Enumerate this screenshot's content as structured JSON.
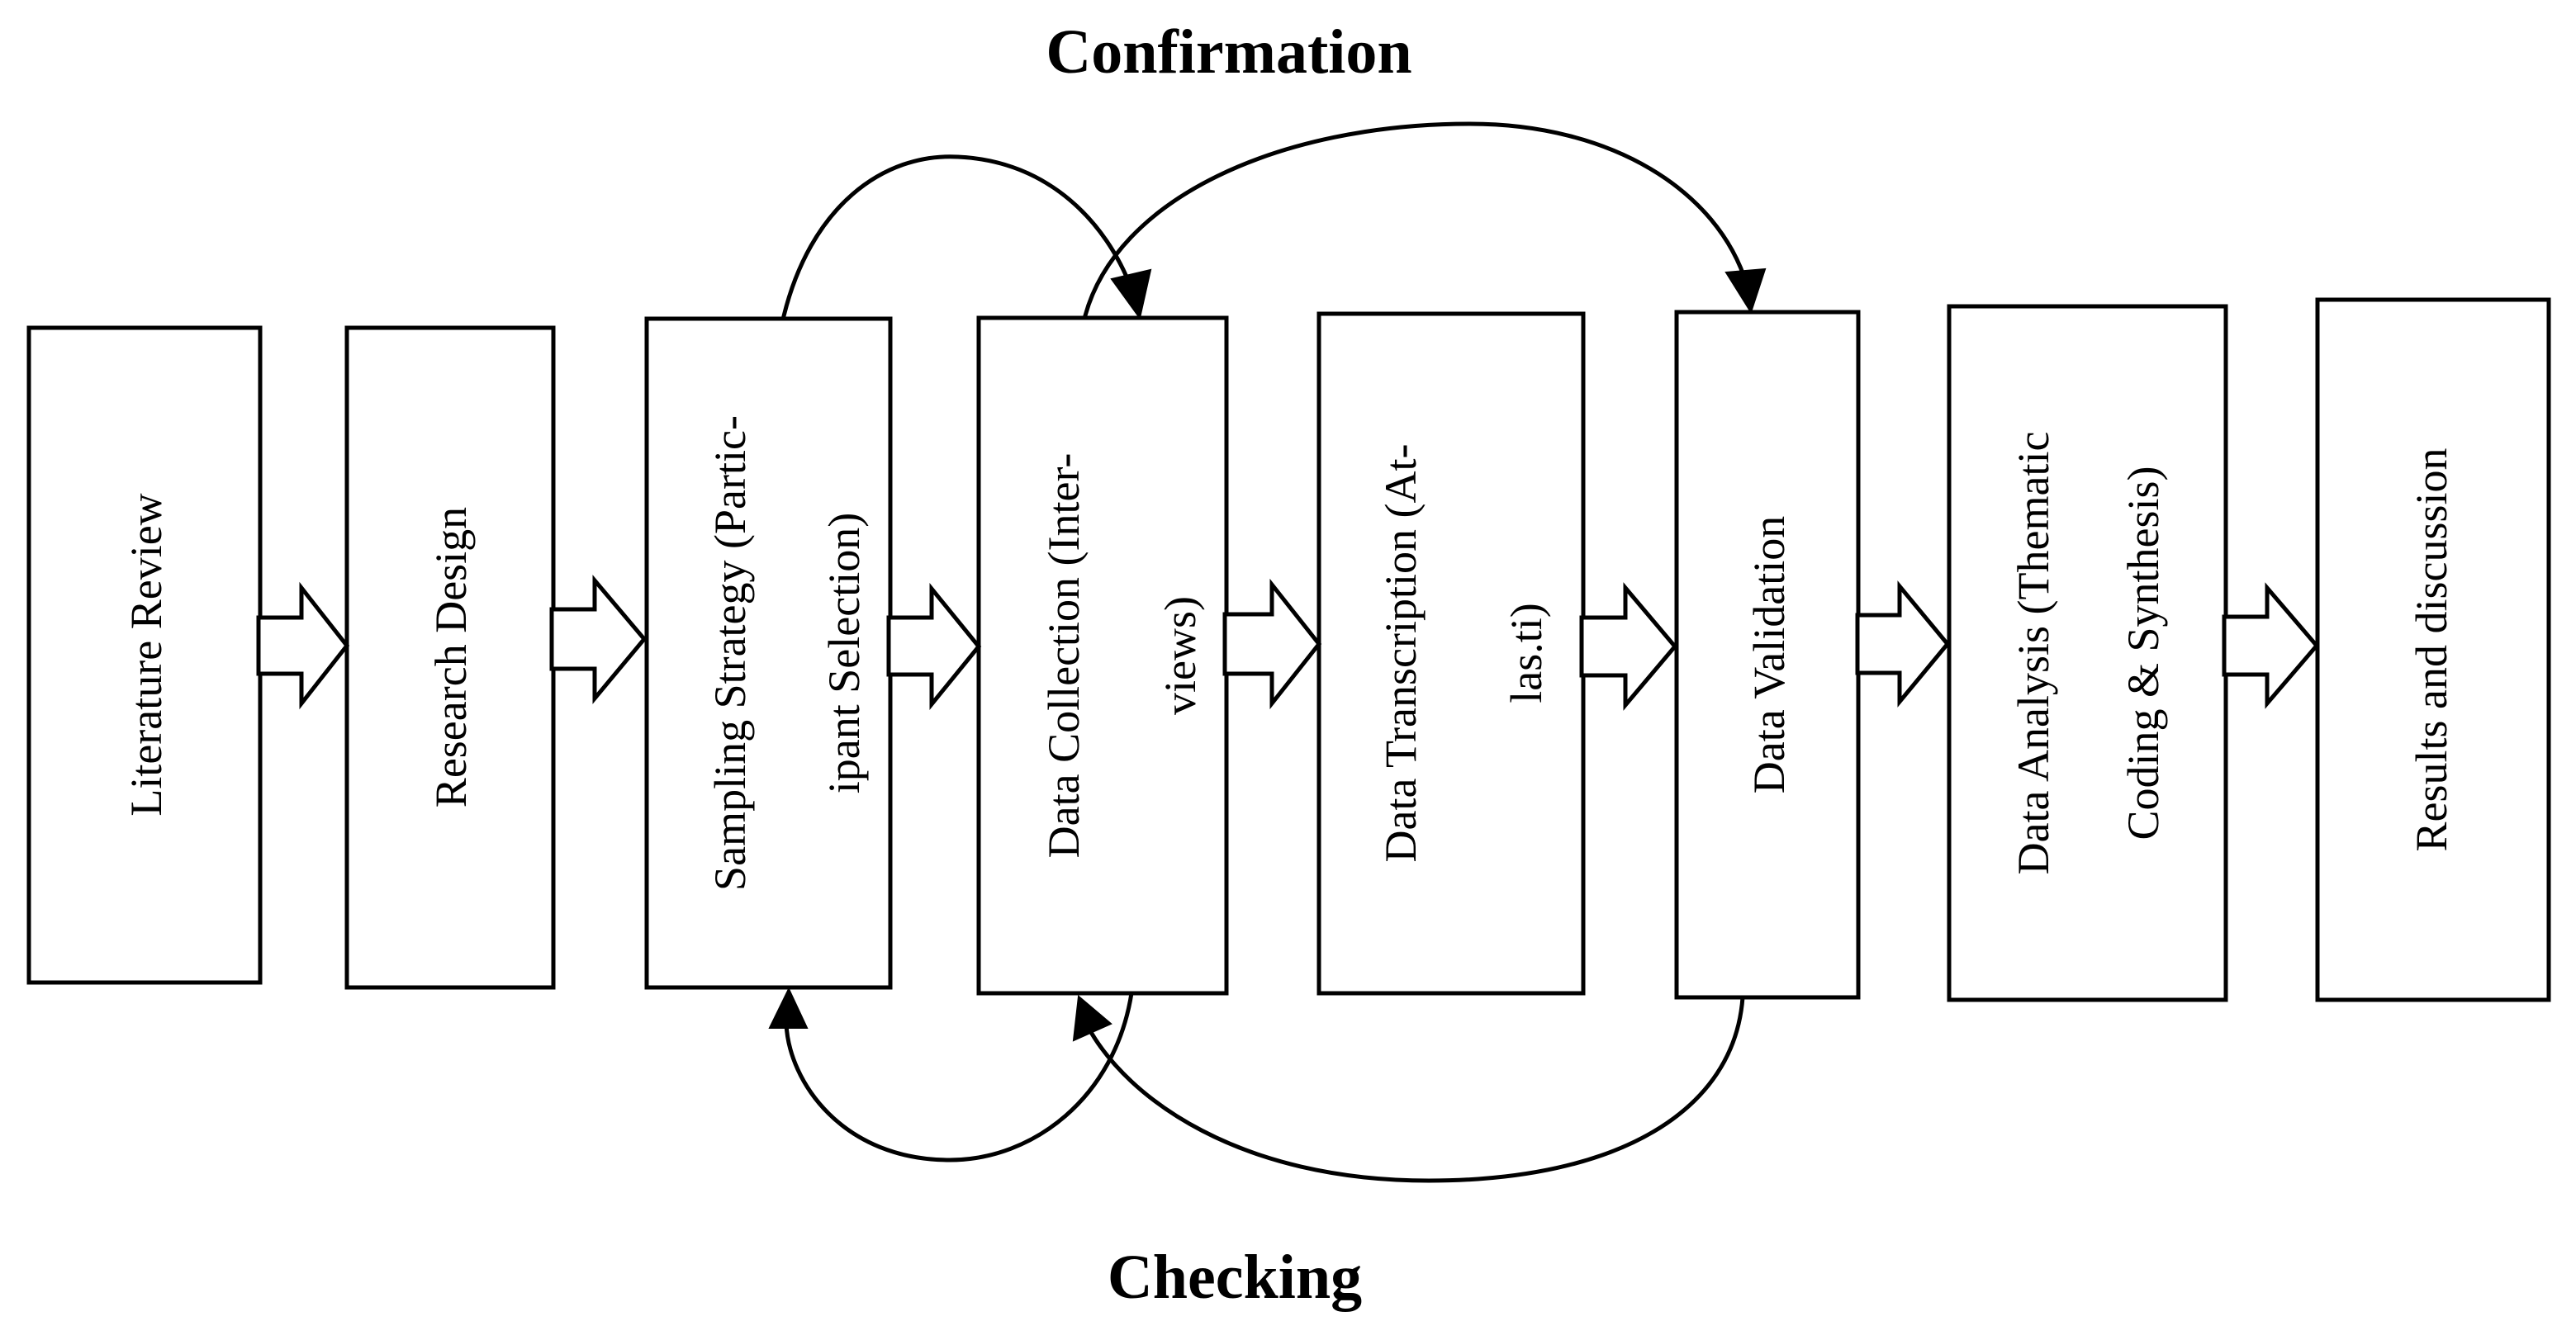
{
  "labels": {
    "top": "Confirmation",
    "bottom": "Checking"
  },
  "boxes": [
    {
      "id": "literature-review",
      "lines": [
        "Literature Review"
      ]
    },
    {
      "id": "research-design",
      "lines": [
        "Research Design"
      ]
    },
    {
      "id": "sampling-strategy",
      "lines": [
        "Sampling Strategy (Partic-",
        "ipant Selection)"
      ]
    },
    {
      "id": "data-collection",
      "lines": [
        "Data Collection (Inter-",
        "views)"
      ]
    },
    {
      "id": "data-transcription",
      "lines": [
        "Data Transcription (At-",
        "las.ti)"
      ]
    },
    {
      "id": "data-validation",
      "lines": [
        "Data Validation"
      ]
    },
    {
      "id": "data-analysis",
      "lines": [
        "Data Analysis (Thematic",
        "Coding & Synthesis)"
      ]
    },
    {
      "id": "results-discussion",
      "lines": [
        "Results and discussion"
      ]
    }
  ],
  "colors": {
    "stroke": "#000000",
    "fill": "#ffffff"
  }
}
